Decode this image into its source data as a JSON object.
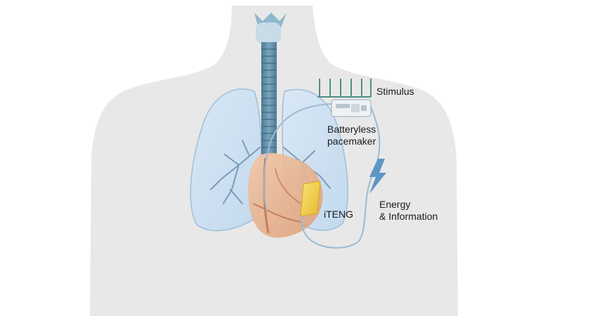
{
  "labels": {
    "stimulus": "Stimulus",
    "pacemaker_line1": "Batteryless",
    "pacemaker_line2": "pacemaker",
    "iteng": "iTENG",
    "energy_line1": "Energy",
    "energy_line2": "& Information"
  },
  "colors": {
    "torso": "#e8e8e8",
    "lung": "#cfe1f1",
    "trachea": "#5f8ba5",
    "heart": "#e9b593",
    "device": "#f4d24a",
    "wire": "#9bbbd4",
    "stimulus": "#4f8f86",
    "bolt": "#5e96c4"
  }
}
